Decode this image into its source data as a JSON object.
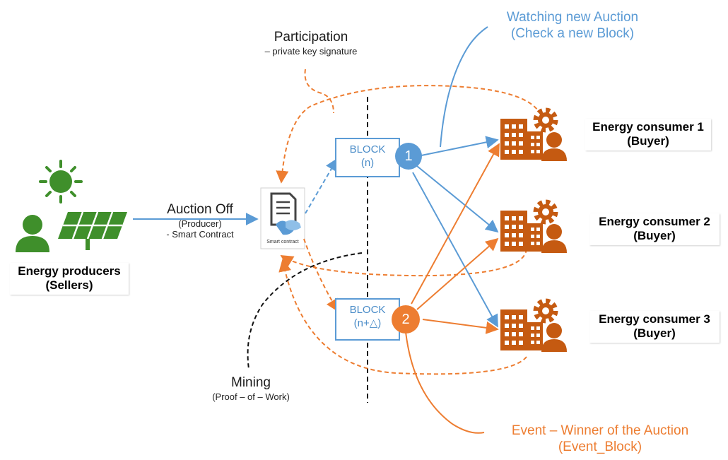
{
  "labels": {
    "watching_line1": "Watching new Auction",
    "watching_line2": "(Check a new Block)",
    "participation_line1": "Participation",
    "participation_line2": "– private key signature",
    "auction_off": "Auction Off",
    "producer": "(Producer)",
    "smart_contract_line": "- Smart Contract",
    "smart_contract_icon": "Smart contract",
    "block1_line1": "BLOCK",
    "block1_line2": "(n)",
    "block2_line1": "BLOCK",
    "block2_line2": "(n+△)",
    "circle1": "1",
    "circle2": "2",
    "mining_line1": "Mining",
    "mining_line2": "(Proof – of – Work)",
    "event_line1": "Event – Winner of the Auction",
    "event_line2": "(Event_Block)"
  },
  "producers": {
    "line1": "Energy producers",
    "line2": "(Sellers)"
  },
  "consumers": [
    {
      "line1": "Energy consumer 1",
      "line2": "(Buyer)"
    },
    {
      "line1": "Energy consumer 2",
      "line2": "(Buyer)"
    },
    {
      "line1": "Energy consumer 3",
      "line2": "(Buyer)"
    }
  ],
  "colors": {
    "blue": "#5b9bd5",
    "orange": "#ed7d31",
    "green": "#3f8f2b",
    "consumer_icon": "#c55a11",
    "black": "#111111"
  },
  "icons": {
    "sun": "sun-icon",
    "solar_panel": "solar-panel-icon",
    "person": "person-icon",
    "contract": "contract-icon",
    "building": "building-icon",
    "gear": "gear-icon"
  }
}
